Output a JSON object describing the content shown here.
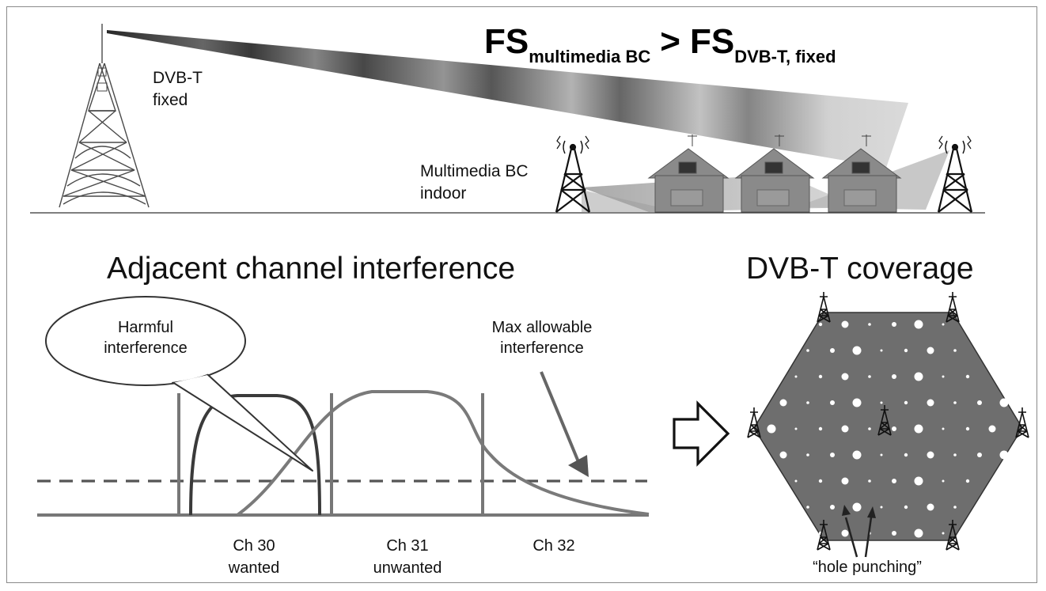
{
  "formula": {
    "lhs_main": "FS",
    "lhs_sub": "multimedia BC",
    "operator": ">",
    "rhs_main": "FS",
    "rhs_sub": "DVB-T, fixed"
  },
  "top_scene": {
    "tower_label_line1": "DVB-T",
    "tower_label_line2": "fixed",
    "mbc_label_line1": "Multimedia BC",
    "mbc_label_line2": "indoor"
  },
  "aci_panel": {
    "title": "Adjacent channel interference",
    "callout_line1": "Harmful",
    "callout_line2": "interference",
    "max_line1": "Max allowable",
    "max_line2": "interference",
    "ch30_line1": "Ch 30",
    "ch30_line2": "wanted",
    "ch31_line1": "Ch 31",
    "ch31_line2": "unwanted",
    "ch32_line1": "Ch 32"
  },
  "coverage_panel": {
    "title": "DVB-T coverage",
    "hole_label": "“hole punching”"
  },
  "icons": [
    "broadcast-tower-icon",
    "transmitter-mast-icon",
    "house-icon",
    "right-arrow-icon",
    "small-tower-icon"
  ],
  "colors": {
    "frame": "#8a8a8a",
    "curve_wanted": "#3a3a3a",
    "curve_unwanted": "#7a7a7a",
    "hexagon_fill": "#6e6e6e",
    "hole_fill": "#ffffff",
    "dashed_line": "#555555"
  }
}
